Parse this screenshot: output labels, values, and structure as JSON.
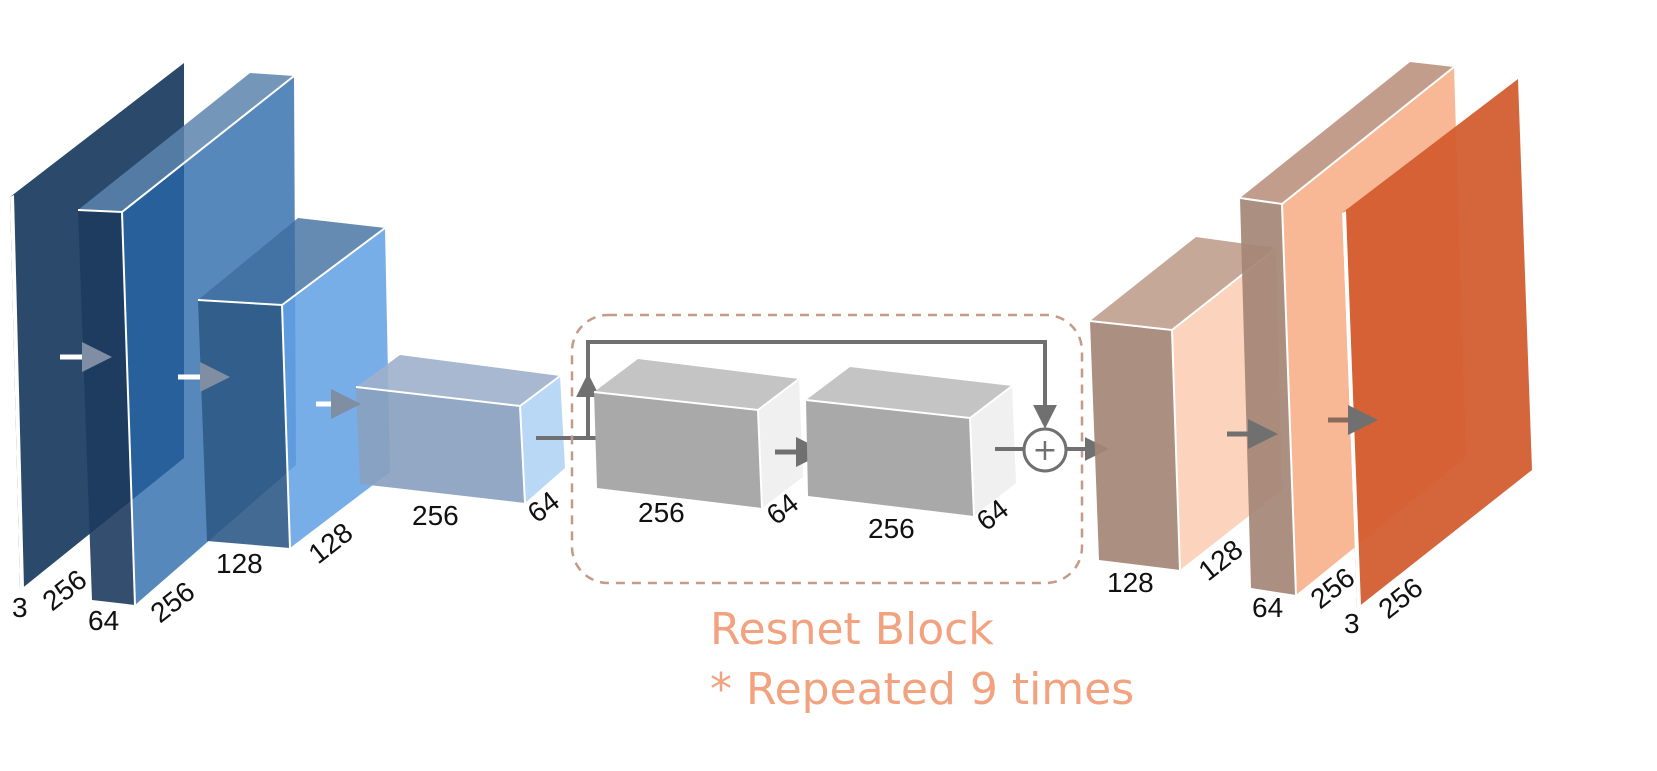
{
  "colors": {
    "encoder_dark": "#1f3f63",
    "encoder_mid": "#1f5a99",
    "encoder_light": "#4a8fd8",
    "bottleneck": "#8fa5c3",
    "resnet_gray": "#a9a9a9",
    "decoder_taupe": "#a48676",
    "decoder_peach": "#f8b896",
    "decoder_orange": "#d25a2c",
    "dashed_box": "#c49a88",
    "caption": "#f2a27f",
    "arrow_gray": "#707070"
  },
  "layers": {
    "input": {
      "channels": "3",
      "size": "256"
    },
    "enc1": {
      "channels": "64",
      "size": "256"
    },
    "enc2": {
      "channels": "128",
      "size": "128"
    },
    "enc3": {
      "size": "256",
      "depth": "64"
    },
    "res1": {
      "size": "256",
      "depth": "64"
    },
    "res2": {
      "size": "256",
      "depth": "64"
    },
    "dec1": {
      "channels": "128",
      "size": "128"
    },
    "dec2": {
      "channels": "64",
      "size": "256"
    },
    "output": {
      "channels": "3",
      "size": "256"
    }
  },
  "resnet": {
    "title": "Resnet Block",
    "note": "* Repeated 9 times",
    "add_symbol": "+"
  }
}
